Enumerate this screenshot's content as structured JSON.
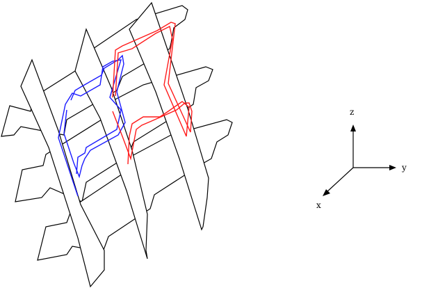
{
  "axes": {
    "z_label": "z",
    "y_label": "y",
    "x_label": "x"
  },
  "colors": {
    "line": "#000000",
    "path_blue": "#1a1aff",
    "path_red": "#ff1a1a",
    "fill": "#ffffff"
  }
}
